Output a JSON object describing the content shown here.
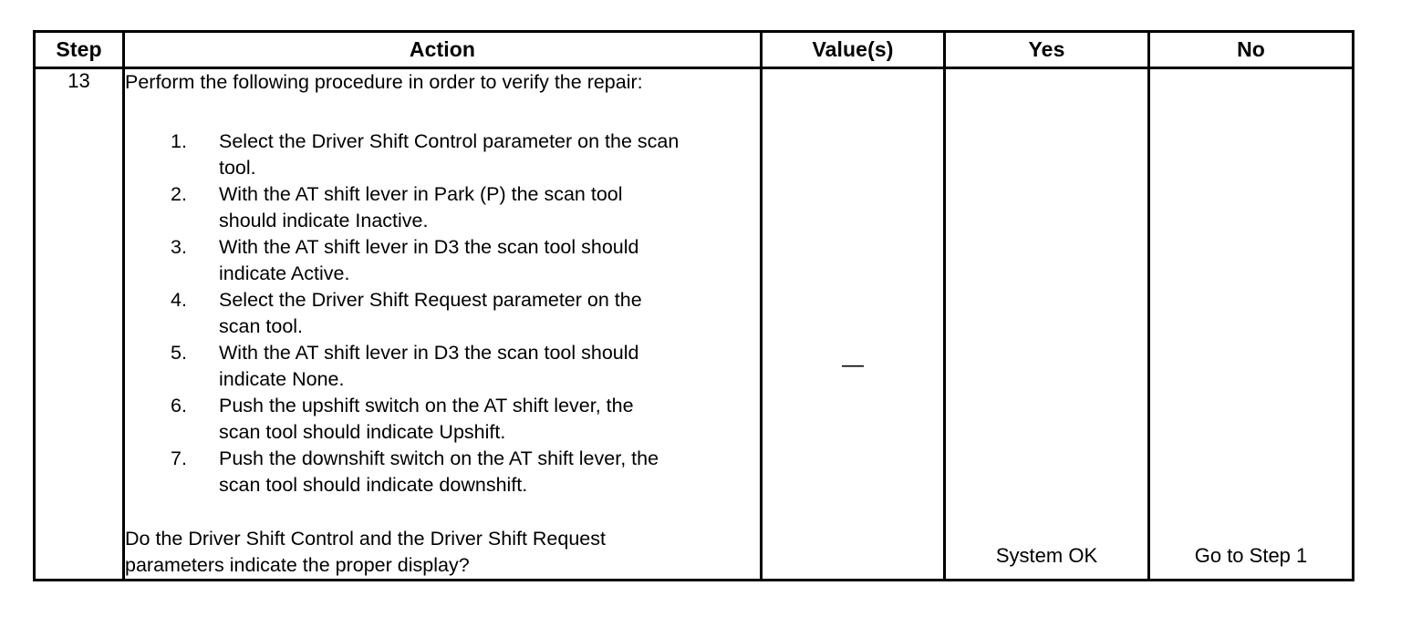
{
  "document": {
    "type": "diagnostic-procedure-table",
    "background_color": "#ffffff",
    "text_color": "#000000",
    "border_color": "#000000"
  },
  "table": {
    "headers": {
      "step": "Step",
      "action": "Action",
      "values": "Value(s)",
      "yes": "Yes",
      "no": "No"
    },
    "row": {
      "step_number": "13",
      "action": {
        "intro": "Perform the following procedure in order to verify the repair:",
        "steps": [
          {
            "number": "1.",
            "line1": "Select the Driver Shift Control parameter on the scan",
            "line2": "tool."
          },
          {
            "number": "2.",
            "line1": "With the AT shift lever in Park (P) the scan tool",
            "line2": "should indicate Inactive."
          },
          {
            "number": "3.",
            "line1": "With the AT shift lever in D3 the scan tool should",
            "line2": "indicate Active."
          },
          {
            "number": "4.",
            "line1": "Select the Driver Shift Request parameter on the",
            "line2": "scan tool."
          },
          {
            "number": "5.",
            "line1": "With the AT shift lever in D3 the scan tool should",
            "line2": "indicate None."
          },
          {
            "number": "6.",
            "line1": "Push the upshift switch on the AT shift lever, the",
            "line2": "scan tool should indicate Upshift."
          },
          {
            "number": "7.",
            "line1": "Push the downshift switch on the AT shift lever, the",
            "line2": "scan tool should indicate downshift."
          }
        ],
        "question_line1": "Do the Driver Shift Control and the Driver Shift Request",
        "question_line2": "parameters indicate the proper display?"
      },
      "value": "—",
      "yes": "System OK",
      "no": "Go to Step 1"
    }
  }
}
